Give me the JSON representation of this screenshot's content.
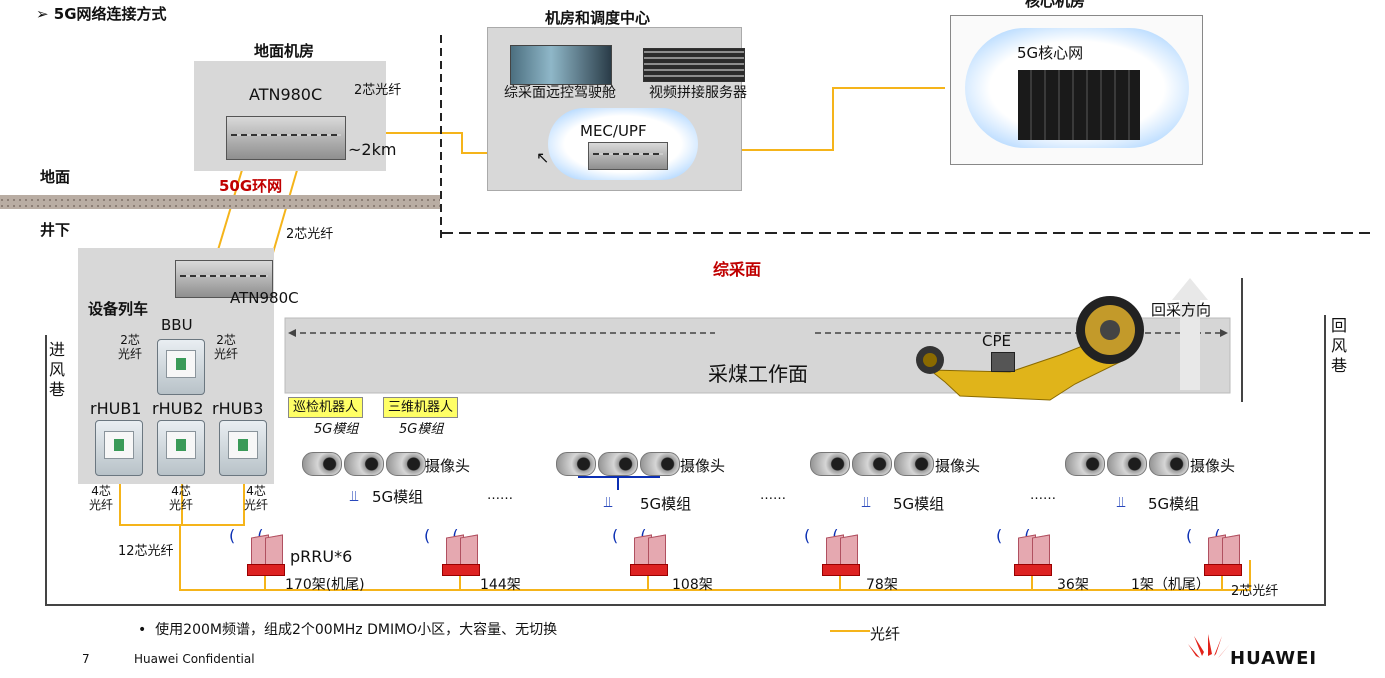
{
  "header": {
    "title": "5G网络连接方式"
  },
  "ground": {
    "above": "地面",
    "below": "井下"
  },
  "surface_room": {
    "title": "地面机房",
    "device": "ATN980C",
    "fiber": "2芯光纤",
    "distance": "~2km",
    "ring": "50G环网"
  },
  "dispatch": {
    "title": "机房和调度中心",
    "console": "综采面远控驾驶舱",
    "server": "视频拼接服务器",
    "mec": "MEC/UPF"
  },
  "core": {
    "title": "核心机房",
    "cloud": "5G核心网"
  },
  "down_fiber": "2芯光纤",
  "train": {
    "title": "设备列车",
    "atn": "ATN980C",
    "bbu": "BBU",
    "fiber_left": "2芯\n光纤",
    "fiber_right": "2芯\n光纤",
    "rhubs": [
      "rHUB1",
      "rHUB2",
      "rHUB3"
    ],
    "fiber4": [
      "4芯\n光纤",
      "4芯\n光纤",
      "4芯\n光纤"
    ],
    "fiber12": "12芯光纤"
  },
  "face": {
    "title": "综采面",
    "work": "采煤工作面",
    "cpe": "CPE",
    "direction": "回采方向",
    "robots": [
      "巡检机器人",
      "三维机器人"
    ],
    "module_label": "5G模组"
  },
  "shafts": {
    "intake": "进风巷",
    "return": "回风巷"
  },
  "camera_groups": [
    {
      "label": "摄像头",
      "module": "5G模组"
    },
    {
      "label": "摄像头",
      "module": "5G模组"
    },
    {
      "label": "摄像头",
      "module": "5G模组"
    },
    {
      "label": "摄像头",
      "module": "5G模组"
    }
  ],
  "ellipsis": "……",
  "prrus": [
    {
      "label": "170架(机尾)"
    },
    {
      "label": "144架"
    },
    {
      "label": "108架"
    },
    {
      "label": "78架"
    },
    {
      "label": "36架"
    },
    {
      "label": "1架（机尾）"
    }
  ],
  "prru_count": "pRRU*6",
  "last_fiber": "2芯光纤",
  "bullet": "使用200M频谱，组成2个00MHz DMIMO小区，大容量、无切换",
  "legend": {
    "fiber": "光纤",
    "color": "#f5b41a"
  },
  "footer": {
    "page": "7",
    "conf": "Huawei Confidential",
    "brand": "HUAWEI"
  },
  "colors": {
    "accent_red": "#c00000",
    "fiber": "#f5b41a",
    "signal_blue": "#0b2fb3"
  }
}
